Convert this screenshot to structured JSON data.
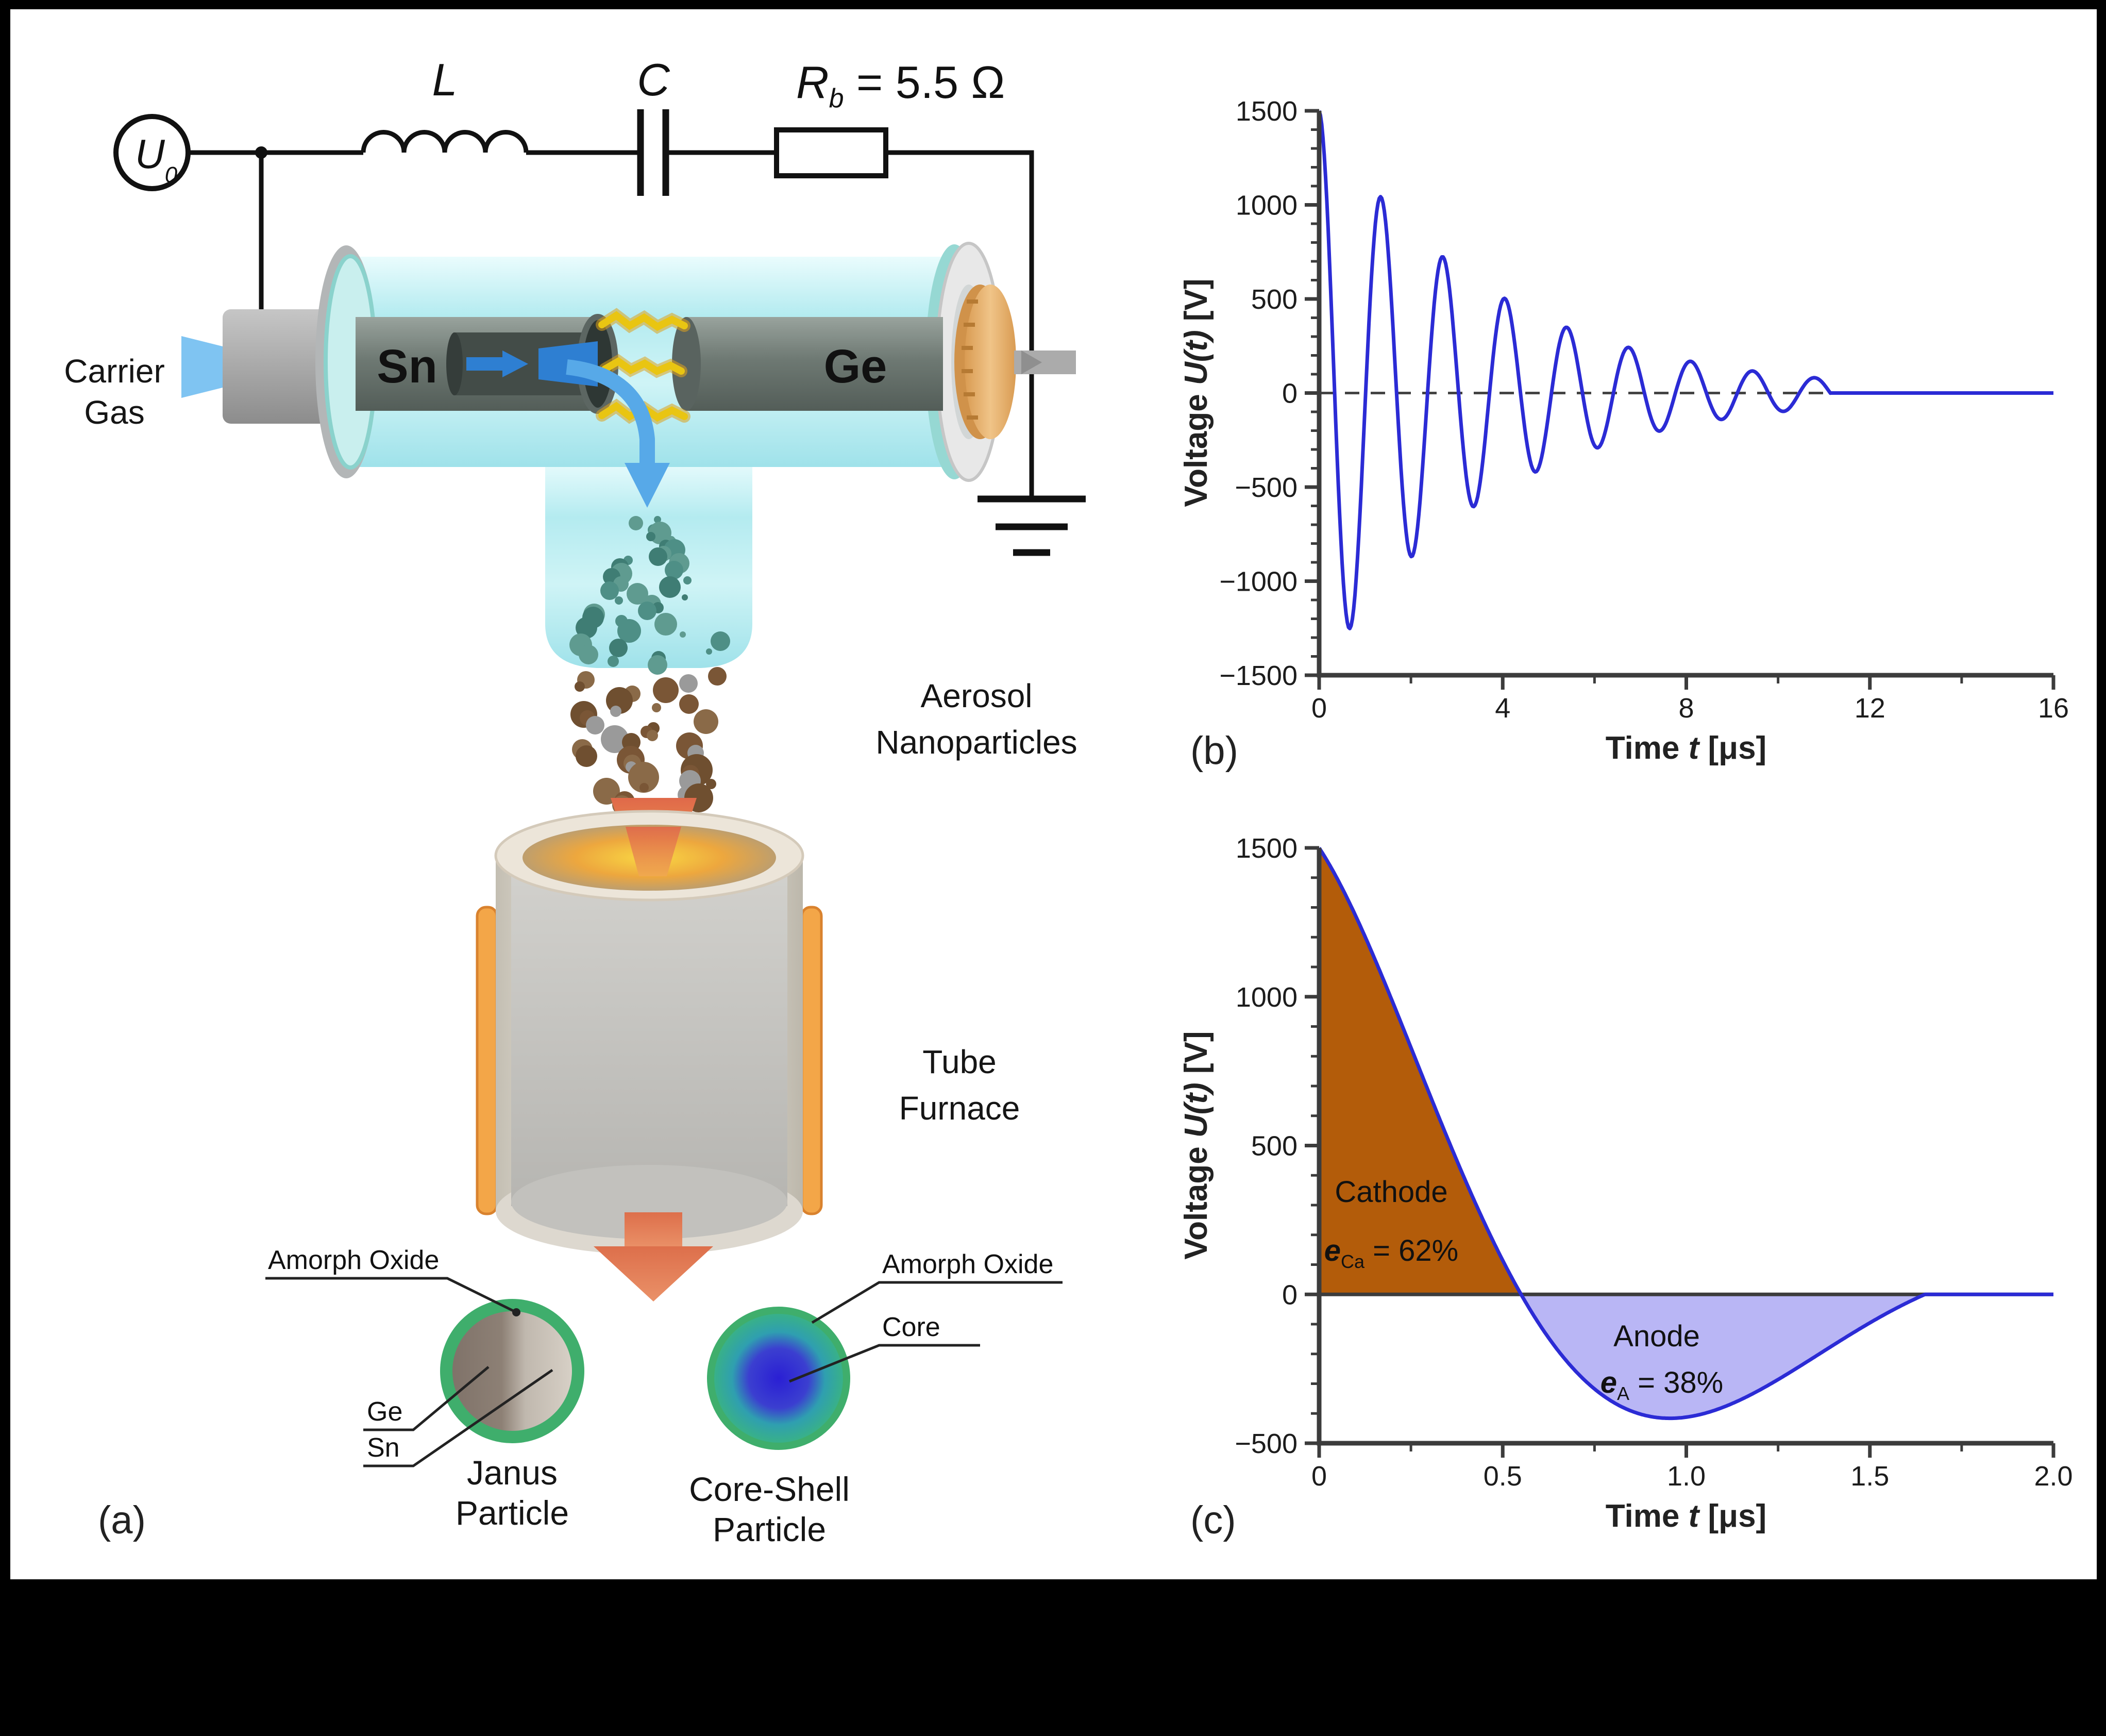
{
  "panel_a": {
    "tag": "(a)",
    "circuit": {
      "source": "U",
      "source_sub": "0",
      "inductor_label": "L",
      "capacitor_label": "C",
      "resistor_label": "R",
      "resistor_sub": "b",
      "resistor_value": " = 5.5 Ω"
    },
    "carrier_gas_line1": "Carrier",
    "carrier_gas_line2": "Gas",
    "electrode_left": "Sn",
    "electrode_right": "Ge",
    "aerosol_line1": "Aerosol",
    "aerosol_line2": "Nanoparticles",
    "furnace_line1": "Tube",
    "furnace_line2": "Furnace",
    "janus": {
      "oxide_label": "Amorph Oxide",
      "ge_label": "Ge",
      "sn_label": "Sn",
      "name_line1": "Janus",
      "name_line2": "Particle"
    },
    "core_shell": {
      "oxide_label": "Amorph Oxide",
      "core_label": "Core",
      "name_line1": "Core-Shell",
      "name_line2": "Particle"
    }
  },
  "colors": {
    "curve_blue": "#2b2bd5",
    "cathode_fill": "#b35c0a",
    "anode_fill": "#b9b6f5",
    "spark_yellow": "#e9c512",
    "tube_cyan": "#bdeef2",
    "electrode_gray": "#6f7a74",
    "furnace_heater_orange": "#f3a648",
    "flow_arrow_salmon": "#e0795a",
    "oxide_ring_green": "#3fae6c",
    "core_blue": "#2a1fd4",
    "axis_gray": "#3c3c3c"
  },
  "chart_data": [
    {
      "id": "b",
      "type": "line",
      "panel_tag": "(b)",
      "xlabel_prefix": "Time ",
      "xlabel_var": "t",
      "xlabel_suffix": " [μs]",
      "ylabel_prefix": "Voltage ",
      "ylabel_var": "U(t)",
      "ylabel_suffix": " [V]",
      "xlim": [
        0,
        16
      ],
      "ylim": [
        -1500,
        1500
      ],
      "xticks": [
        0,
        4,
        8,
        12,
        16
      ],
      "xtick_labels": [
        "0",
        "4",
        "8",
        "12",
        "16"
      ],
      "xminor": [
        2,
        6,
        10,
        14
      ],
      "yticks": [
        1500,
        1000,
        500,
        0,
        -500,
        -1000,
        -1500
      ],
      "ytick_labels": [
        "1500",
        "1000",
        "500",
        "0",
        "−500",
        "−1000",
        "−1500"
      ],
      "yminor_step": 100,
      "zero_line": "dashed",
      "grid": false,
      "legend": "none",
      "series": [
        {
          "name": "U(t)",
          "model": "damped_cosine",
          "U0": 1500,
          "decay_per_us": 0.27,
          "period_us": 1.35,
          "t_end": 11.14,
          "flat_to": 16,
          "color": "#2b2bd5"
        }
      ],
      "peaks": [
        [
          0,
          1500
        ],
        [
          1.35,
          1040
        ],
        [
          2.7,
          723
        ],
        [
          4.05,
          503
        ],
        [
          5.4,
          349
        ],
        [
          6.75,
          243
        ],
        [
          8.1,
          169
        ],
        [
          9.45,
          117
        ],
        [
          10.8,
          81
        ]
      ],
      "troughs": [
        [
          0.675,
          -1250
        ],
        [
          2.025,
          -901
        ],
        [
          3.375,
          -627
        ],
        [
          4.725,
          -436
        ],
        [
          6.075,
          -303
        ],
        [
          7.425,
          -211
        ],
        [
          8.775,
          -147
        ],
        [
          10.125,
          -102
        ]
      ]
    },
    {
      "id": "c",
      "type": "area",
      "panel_tag": "(c)",
      "xlabel_prefix": "Time ",
      "xlabel_var": "t",
      "xlabel_suffix": " [μs]",
      "ylabel_prefix": "Voltage ",
      "ylabel_var": "U(t)",
      "ylabel_suffix": " [V]",
      "xlim": [
        0,
        2.0
      ],
      "ylim": [
        -500,
        1500
      ],
      "xticks": [
        0,
        0.5,
        1.0,
        1.5,
        2.0
      ],
      "xtick_labels": [
        "0",
        "0.5",
        "1.0",
        "1.5",
        "2.0"
      ],
      "xminor": [
        0.25,
        0.75,
        1.25,
        1.75
      ],
      "yticks": [
        1500,
        1000,
        500,
        0,
        -500
      ],
      "ytick_labels": [
        "1500",
        "1000",
        "500",
        "0",
        "−500"
      ],
      "yminor_step": 100,
      "zero_line": "solid",
      "grid": false,
      "legend": "none",
      "series": [
        {
          "name": "U(t)",
          "model": "damped_cosine",
          "U0": 1500,
          "decay_per_us": 1.25,
          "period_us": 2.2,
          "t_end": 1.65,
          "flat_to": 2.0,
          "color": "#2b2bd5"
        }
      ],
      "zero_crossing_us": 0.55,
      "minimum_point": [
        0.95,
        -380
      ],
      "return_to_zero_us": 1.65,
      "regions": [
        {
          "name": "Cathode",
          "e_var": "e",
          "e_sub": "Ca",
          "e_value": " = 62%",
          "t_range": [
            0,
            0.55
          ],
          "fill": "#b35c0a"
        },
        {
          "name": "Anode",
          "e_var": "e",
          "e_sub": "A",
          "e_value": " = 38%",
          "t_range": [
            0.55,
            1.65
          ],
          "fill": "#b9b6f5"
        }
      ]
    }
  ]
}
